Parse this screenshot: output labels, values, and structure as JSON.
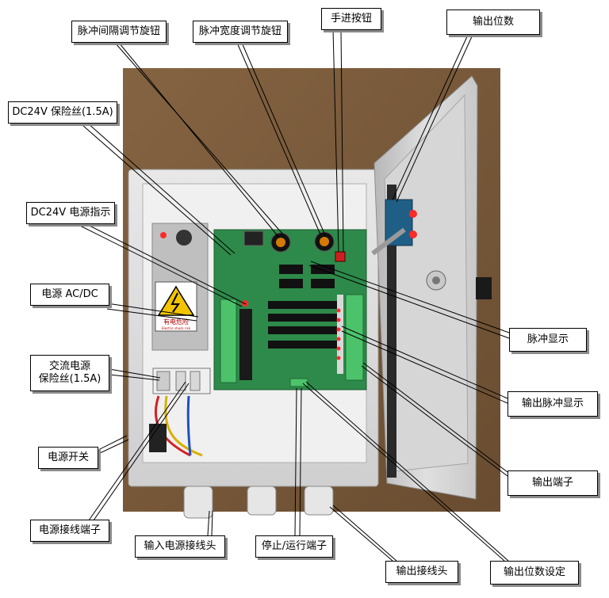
{
  "labels": {
    "pulse_interval_knob": "脉冲间隔调节旋钮",
    "pulse_width_knob": "脉冲宽度调节旋钮",
    "manual_button": "手进按钮",
    "output_digits": "输出位数",
    "dc24v_fuse": "DC24V 保险丝(1.5A)",
    "dc24v_power_indicator": "DC24V 电源指示",
    "power_acdc": "电源 AC/DC",
    "ac_power_fuse_line1": "交流电源",
    "ac_power_fuse_line2": "保险丝(1.5A)",
    "power_switch": "电源开关",
    "power_terminal": "电源接线端子",
    "input_power_connector": "输入电源接线头",
    "stop_run_terminal": "停止/运行端子",
    "output_connector": "输出接线头",
    "output_digits_setting": "输出位数设定",
    "pulse_display": "脉冲显示",
    "output_pulse_display": "输出脉冲显示",
    "output_terminal": "输出端子"
  },
  "device_markings": {
    "warning_sign_text": "有电危险",
    "warning_sign_subtext": "Electric shock risk"
  },
  "colors": {
    "background_wall": "#7a5a3a",
    "enclosure": "#dcdcdc",
    "pcb": "#2e8a4a",
    "led_red": "#ff2a2a",
    "terminal_green": "#4cc36a",
    "warning_yellow": "#f3c400"
  }
}
